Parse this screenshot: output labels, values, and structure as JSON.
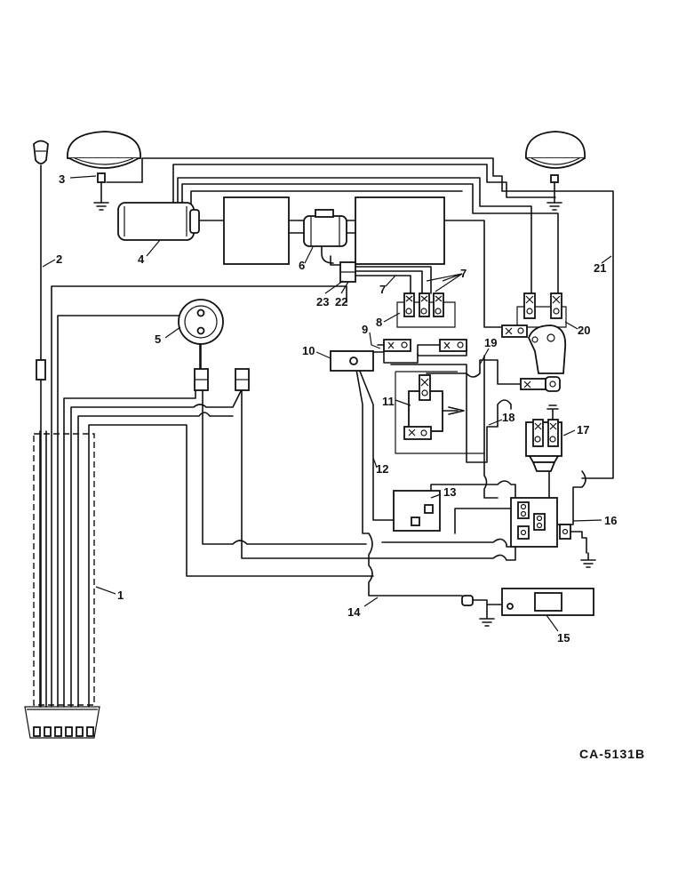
{
  "callouts": [
    "1",
    "2",
    "3",
    "4",
    "5",
    "6",
    "7",
    "7",
    "8",
    "9",
    "10",
    "11",
    "12",
    "13",
    "14",
    "15",
    "16",
    "17",
    "18",
    "19",
    "20",
    "21",
    "22",
    "23"
  ],
  "drawing_code": "CA-5131B"
}
